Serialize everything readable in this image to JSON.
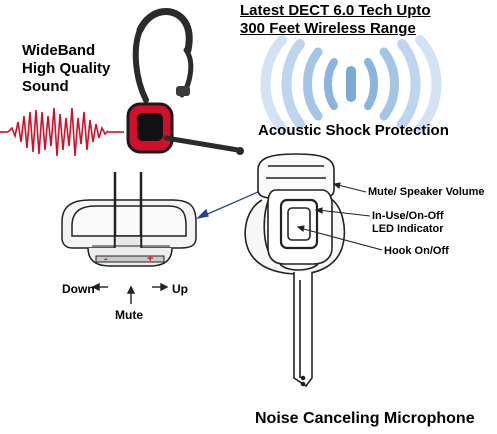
{
  "features": {
    "wideband": [
      "WideBand",
      "High Quality",
      "Sound"
    ],
    "dect": [
      "Latest DECT 6.0 Tech Upto",
      "300 Feet Wireless Range"
    ],
    "acoustic": "Acoustic Shock Protection",
    "microphone": "Noise Canceling Microphone"
  },
  "callouts": {
    "mute_speaker": "Mute/ Speaker Volume",
    "led": [
      "In-Use/On-Off",
      "LED Indicator"
    ],
    "hook": "Hook On/Off"
  },
  "controls": {
    "down": "Down",
    "up": "Up",
    "mute": "Mute",
    "minus": "-",
    "plus": "+"
  },
  "colors": {
    "accent_red": "#d0102a",
    "signal_blue": "#6fa3d8",
    "headset_dark": "#2b2b2b"
  }
}
